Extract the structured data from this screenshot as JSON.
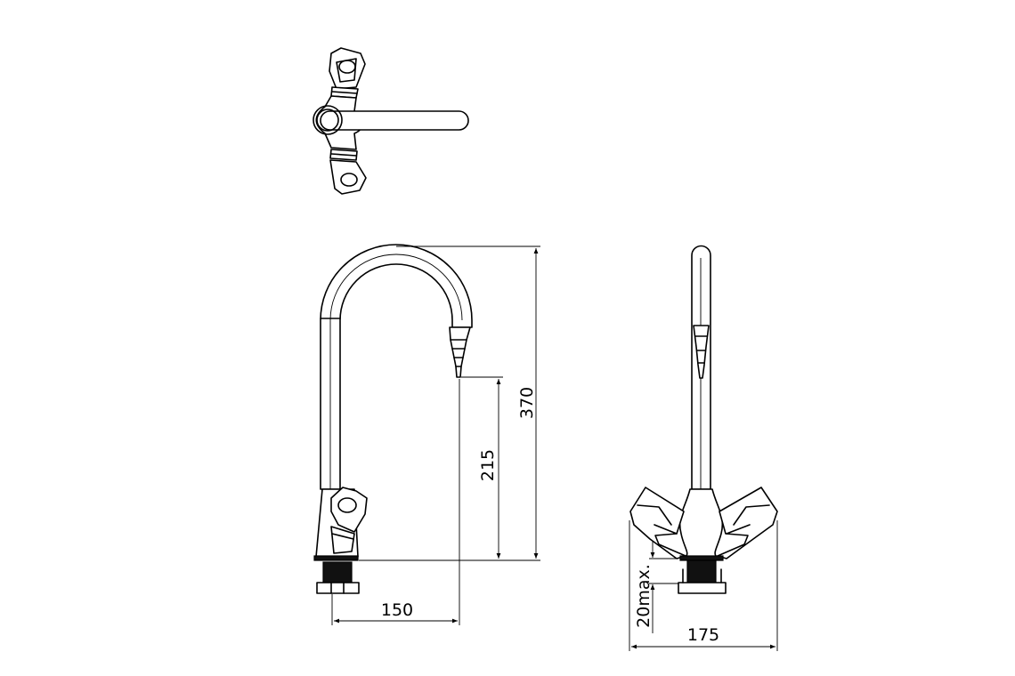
{
  "drawing": {
    "views": [
      "top-view",
      "front-view",
      "side-view"
    ],
    "dimensions": {
      "overall_height": "370",
      "outlet_height": "215",
      "reach": "150",
      "width": "175",
      "max_deck_thickness": "20max."
    }
  }
}
